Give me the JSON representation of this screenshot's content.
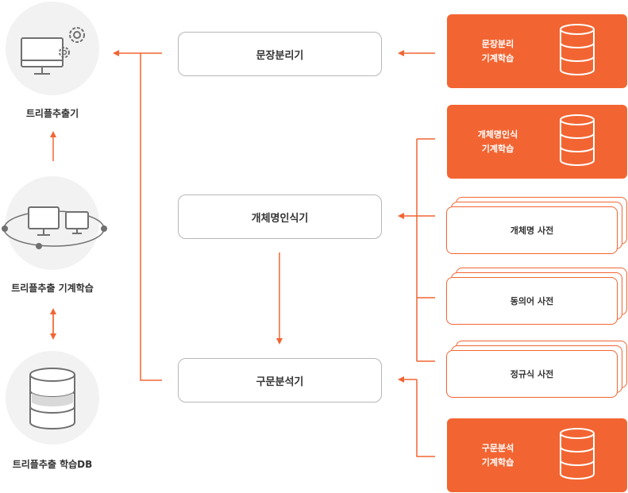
{
  "left": {
    "extractor_label": "트리플추출기",
    "training_label": "트리플추출 기계학습",
    "db_label": "트리플추출 학습DB"
  },
  "processes": {
    "sentence_splitter": "문장분리기",
    "ner": "개체명인식기",
    "parser": "구문분석기"
  },
  "ml": {
    "sentence": [
      "문장분리",
      "기계학습"
    ],
    "ner": [
      "개체명인식",
      "기계학습"
    ],
    "parse": [
      "구문분석",
      "기계학습"
    ]
  },
  "dictionaries": {
    "entity": "개체명 사전",
    "synonym": "동의어 사전",
    "regex": "정규식 사전"
  },
  "colors": {
    "accent": "#f26532",
    "border": "#b7b7b7",
    "circle_bg": "#f2f2f2",
    "icon_gray": "#707070"
  }
}
